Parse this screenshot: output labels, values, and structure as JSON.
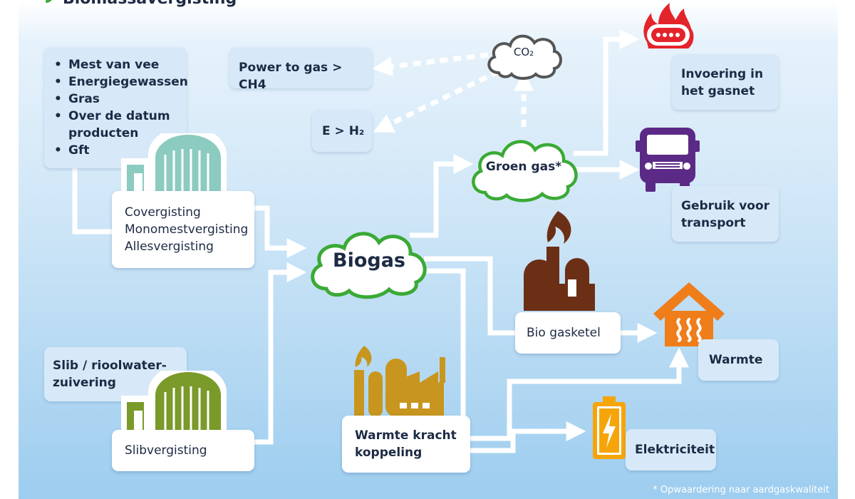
{
  "title": "Biomassavergisting",
  "sources": {
    "manure_list": [
      "Mest van vee",
      "Energiegewassen",
      "Gras",
      "Over de datum producten",
      "Gft"
    ],
    "sludge_label": "Slib / rioolwater-zuivering"
  },
  "processes": {
    "digestion": [
      "Covergisting",
      "Monomestvergisting",
      "Allesvergisting"
    ],
    "sludge_digestion": "Slibvergisting",
    "chp": "Warmte kracht koppeling",
    "boiler": "Bio gasketel"
  },
  "gases": {
    "biogas": "Biogas",
    "green_gas": "Groen gas*",
    "co2": "CO₂"
  },
  "conversions": {
    "power_to_gas": "Power to gas > CH4",
    "e_h2": "E > H₂"
  },
  "outputs": {
    "gas_grid": "Invoering in het gasnet",
    "transport": "Gebruik voor transport",
    "heat": "Warmte",
    "electricity": "Elektriciteit"
  },
  "footnote": "* Opwaardering naar aardgaskwaliteit",
  "colors": {
    "cloud_border": "#3aaa35",
    "co2_border": "#555555",
    "arrow": "#ffffff",
    "digester": "#8ccbbf",
    "sludge_digester": "#7a9a2a",
    "flame": "#e4242b",
    "truck": "#5b2a86",
    "house": "#ef7d1a",
    "battery": "#f5a50a",
    "chp_plant": "#c8961e",
    "boiler_plant": "#6b2f16"
  }
}
